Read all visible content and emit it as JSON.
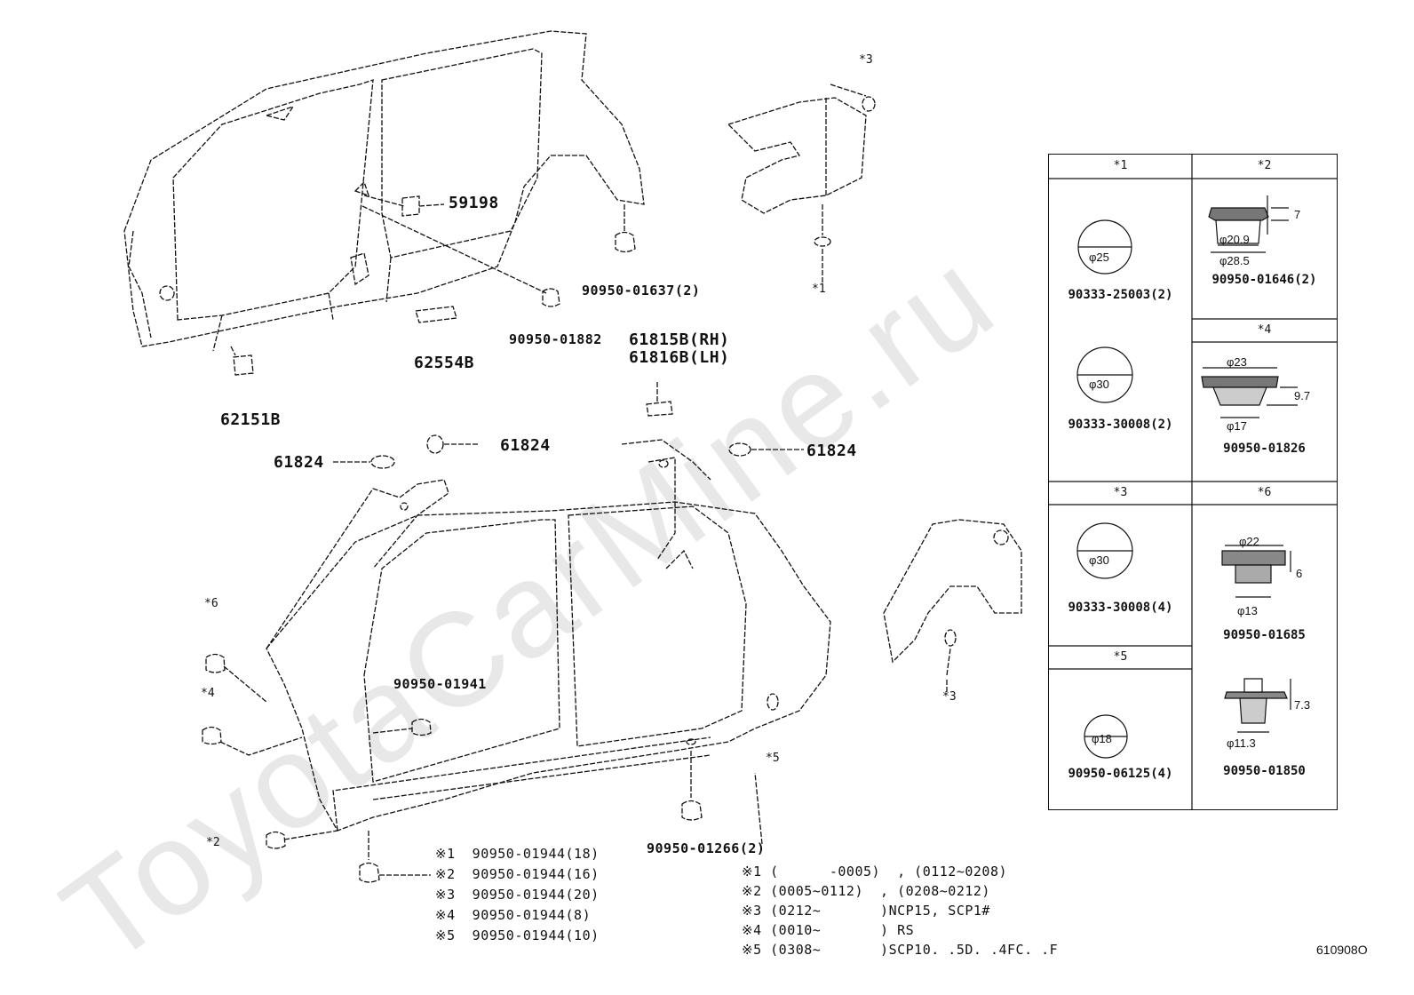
{
  "watermark": "ToyotaCarMine.ru",
  "callouts": {
    "p59198": "59198",
    "p90950_01637": "90950-01637(2)",
    "p90950_01882": "90950-01882",
    "p62554B": "62554B",
    "p62151B": "62151B",
    "p61815B": "61815B(RH)",
    "p61816B": "61816B(LH)",
    "p61824_a": "61824",
    "p61824_b": "61824",
    "p61824_c": "61824",
    "p90950_01941": "90950-01941",
    "p90950_01266": "90950-01266(2)"
  },
  "stars": {
    "s1": "*1",
    "s2": "*2",
    "s3a": "*3",
    "s3b": "*3",
    "s4": "*4",
    "s5": "*5",
    "s6": "*6"
  },
  "table": {
    "h1": "*1",
    "h2": "*2",
    "h3": "*3",
    "h4": "*4",
    "h5": "*5",
    "h6": "*6",
    "c1a_dim": "φ25",
    "c1a_pn": "90333-25003(2)",
    "c1b_dim": "φ30",
    "c1b_pn": "90333-30008(2)",
    "c2_dim_h": "7",
    "c2_dim_in": "φ20.9",
    "c2_dim_out": "φ28.5",
    "c2_pn": "90950-01646(2)",
    "c4_dim_top": "φ23",
    "c4_dim_h": "9.7",
    "c4_dim_bot": "φ17",
    "c4_pn": "90950-01826",
    "c3_dim": "φ30",
    "c3_pn": "90333-30008(4)",
    "c6a_dim_top": "φ22",
    "c6a_dim_h": "6",
    "c6a_dim_bot": "φ13",
    "c6a_pn": "90950-01685",
    "c6b_dim_h": "7.3",
    "c6b_dim_bot": "φ11.3",
    "c6b_pn": "90950-01850",
    "c5_dim": "φ18",
    "c5_pn": "90950-06125(4)"
  },
  "legend_left": [
    {
      "mark": "※1",
      "text": "90950-01944(18)"
    },
    {
      "mark": "※2",
      "text": "90950-01944(16)"
    },
    {
      "mark": "※3",
      "text": "90950-01944(20)"
    },
    {
      "mark": "※4",
      "text": "90950-01944(8)"
    },
    {
      "mark": "※5",
      "text": "90950-01944(10)"
    }
  ],
  "legend_right": [
    {
      "mark": "※1",
      "text": "(      -0005)  , (0112~0208)"
    },
    {
      "mark": "※2",
      "text": "(0005~0112)  , (0208~0212)"
    },
    {
      "mark": "※3",
      "text": "(0212~       )NCP15, SCP1#"
    },
    {
      "mark": "※4",
      "text": "(0010~       ) RS"
    },
    {
      "mark": "※5",
      "text": "(0308~       )SCP10. .5D. .4FC. .F"
    }
  ],
  "diagram_code": "610908O"
}
